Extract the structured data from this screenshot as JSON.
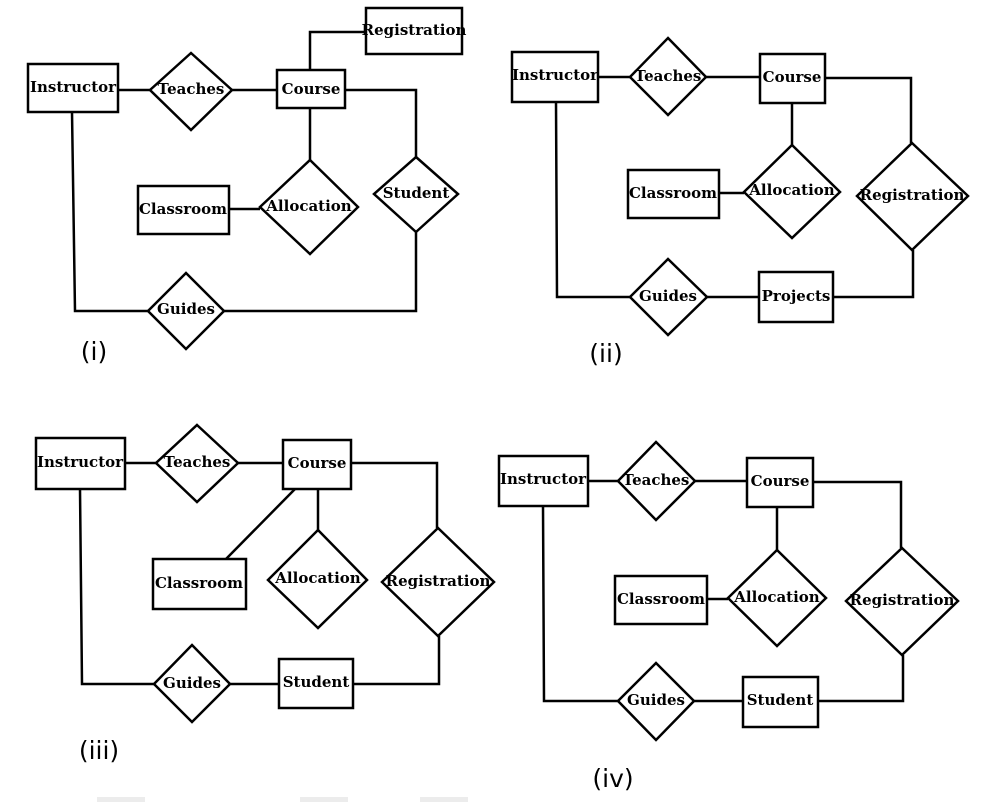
{
  "diagrams": [
    {
      "caption": "(i)",
      "labels": {
        "instructor": "Instructor",
        "teaches": "Teaches",
        "course": "Course",
        "registration": "Registration",
        "classroom": "Classroom",
        "allocation": "Allocation",
        "student": "Student",
        "guides": "Guides"
      }
    },
    {
      "caption": "(ii)",
      "labels": {
        "instructor": "Instructor",
        "teaches": "Teaches",
        "course": "Course",
        "classroom": "Classroom",
        "allocation": "Allocation",
        "registration": "Registration",
        "guides": "Guides",
        "projects": "Projects"
      }
    },
    {
      "caption": "(iii)",
      "labels": {
        "instructor": "Instructor",
        "teaches": "Teaches",
        "course": "Course",
        "classroom": "Classroom",
        "allocation": "Allocation",
        "registration": "Registration",
        "guides": "Guides",
        "student": "Student"
      }
    },
    {
      "caption": "(iv)",
      "labels": {
        "instructor": "Instructor",
        "teaches": "Teaches",
        "course": "Course",
        "classroom": "Classroom",
        "allocation": "Allocation",
        "registration": "Registration",
        "guides": "Guides",
        "student": "Student"
      }
    }
  ]
}
